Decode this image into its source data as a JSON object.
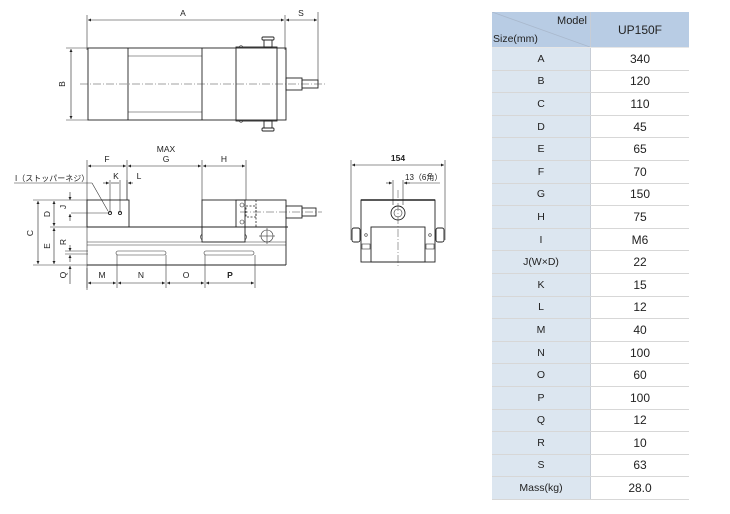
{
  "drawing": {
    "top_view": {
      "dim_labels": [
        "A",
        "S",
        "B"
      ]
    },
    "side_view": {
      "dim_labels": [
        "MAX",
        "F",
        "G",
        "H",
        "K",
        "L",
        "C",
        "D",
        "E",
        "J",
        "R",
        "Q",
        "M",
        "N",
        "O",
        "P"
      ],
      "stopper_label": "I（ストッパーネジ）"
    },
    "end_view": {
      "width_label": "154",
      "hex_label": "13（6角）"
    }
  },
  "table": {
    "header": {
      "model_label": "Model",
      "size_label": "Size(mm)",
      "model_name": "UP150F"
    },
    "rows": [
      {
        "key": "A",
        "value": "340"
      },
      {
        "key": "B",
        "value": "120"
      },
      {
        "key": "C",
        "value": "110"
      },
      {
        "key": "D",
        "value": "45"
      },
      {
        "key": "E",
        "value": "65"
      },
      {
        "key": "F",
        "value": "70"
      },
      {
        "key": "G",
        "value": "150"
      },
      {
        "key": "H",
        "value": "75"
      },
      {
        "key": "I",
        "value": "M6"
      },
      {
        "key": "J(W×D)",
        "value": "22"
      },
      {
        "key": "K",
        "value": "15"
      },
      {
        "key": "L",
        "value": "12"
      },
      {
        "key": "M",
        "value": "40"
      },
      {
        "key": "N",
        "value": "100"
      },
      {
        "key": "O",
        "value": "60"
      },
      {
        "key": "P",
        "value": "100"
      },
      {
        "key": "Q",
        "value": "12"
      },
      {
        "key": "R",
        "value": "10"
      },
      {
        "key": "S",
        "value": "63"
      },
      {
        "key": "Mass(kg)",
        "value": "28.0"
      }
    ],
    "colors": {
      "header_bg": "#b8cce4",
      "key_bg": "#dce6f0",
      "value_bg": "#ffffff"
    }
  }
}
